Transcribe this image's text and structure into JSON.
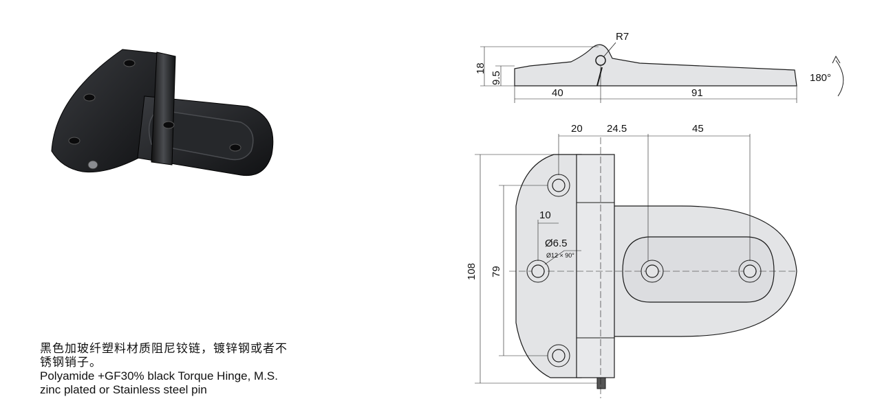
{
  "description": {
    "zh_line1": "黑色加玻纤塑料材质阻尼铰链，镀锌钢或者不",
    "zh_line2": "锈钢销子。",
    "en_line1": "Polyamide +GF30% black Torque Hinge, M.S.",
    "en_line2": "zinc plated or Stainless steel pin"
  },
  "top_view": {
    "radius_label": "R7",
    "height_total": "18",
    "height_leaf": "9.5",
    "width_left": "40",
    "width_right": "91",
    "rotation_label": "180°"
  },
  "front_view": {
    "dim_a": "20",
    "dim_b": "24.5",
    "dim_c": "45",
    "dim_offset": "10",
    "hole_diameter": "Ø6.5",
    "countersink": "Ø12 × 90°",
    "height_total": "108",
    "hole_span": "79"
  },
  "colors": {
    "part_dark": "#1b1c1f",
    "drawing_fill": "#e3e4e6",
    "line": "#1a1a1a"
  }
}
